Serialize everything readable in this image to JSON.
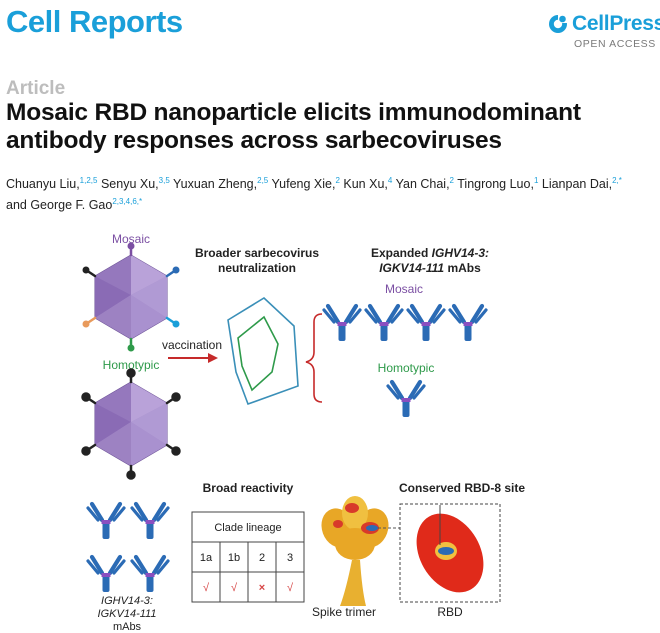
{
  "header": {
    "journal": "Cell Reports",
    "publisher": "CellPress",
    "access": "OPEN ACCESS"
  },
  "article": {
    "type": "Article",
    "title": "Mosaic RBD nanoparticle elicits immunodominant antibody responses across sarbecoviruses",
    "authors": [
      {
        "name": "Chuanyu Liu,",
        "aff": "1,2,5"
      },
      {
        "name": "Senyu Xu,",
        "aff": "3,5"
      },
      {
        "name": "Yuxuan Zheng,",
        "aff": "2,5"
      },
      {
        "name": "Yufeng Xie,",
        "aff": "2"
      },
      {
        "name": "Kun Xu,",
        "aff": "4"
      },
      {
        "name": "Yan Chai,",
        "aff": "2"
      },
      {
        "name": "Tingrong Luo,",
        "aff": "1"
      },
      {
        "name": "Lianpan Dai,",
        "aff": "2,*"
      },
      {
        "name": "and George F. Gao",
        "aff": "2,3,4,6,*"
      }
    ]
  },
  "abstract": {
    "mosaic": "Mosaic",
    "homotypic": "Homotypic",
    "vaccination": "vaccination",
    "broader_1": "Broader sarbecovirus",
    "broader_2": "neutralization",
    "expanded_1": "Expanded",
    "expanded_1_italic": "IGHV14-3:",
    "expanded_2_italic": "IGKV14-111",
    "expanded_2": "mAbs",
    "mosaic_right": "Mosaic",
    "homotypic_right": "Homotypic",
    "broad_reactivity": "Broad reactivity",
    "mabs_1": "IGHV14-3:",
    "mabs_2": "IGKV14-111",
    "mabs_3": "mAbs",
    "conserved": "Conserved RBD-8 site",
    "spike": "Spike trimer",
    "rbd": "RBD",
    "table": {
      "header": "Clade lineage",
      "columns": [
        "1a",
        "1b",
        "2",
        "3"
      ],
      "marks": [
        "√",
        "√",
        "×",
        "√"
      ]
    }
  },
  "colors": {
    "brand": "#1a9fd9",
    "mosaic": "#7b4fa3",
    "homotypic": "#2e9a4a",
    "arrow": "#c62a2a",
    "antibody": "#2b6bb5",
    "hinge": "#8a4fc0",
    "check": "#d64545"
  }
}
